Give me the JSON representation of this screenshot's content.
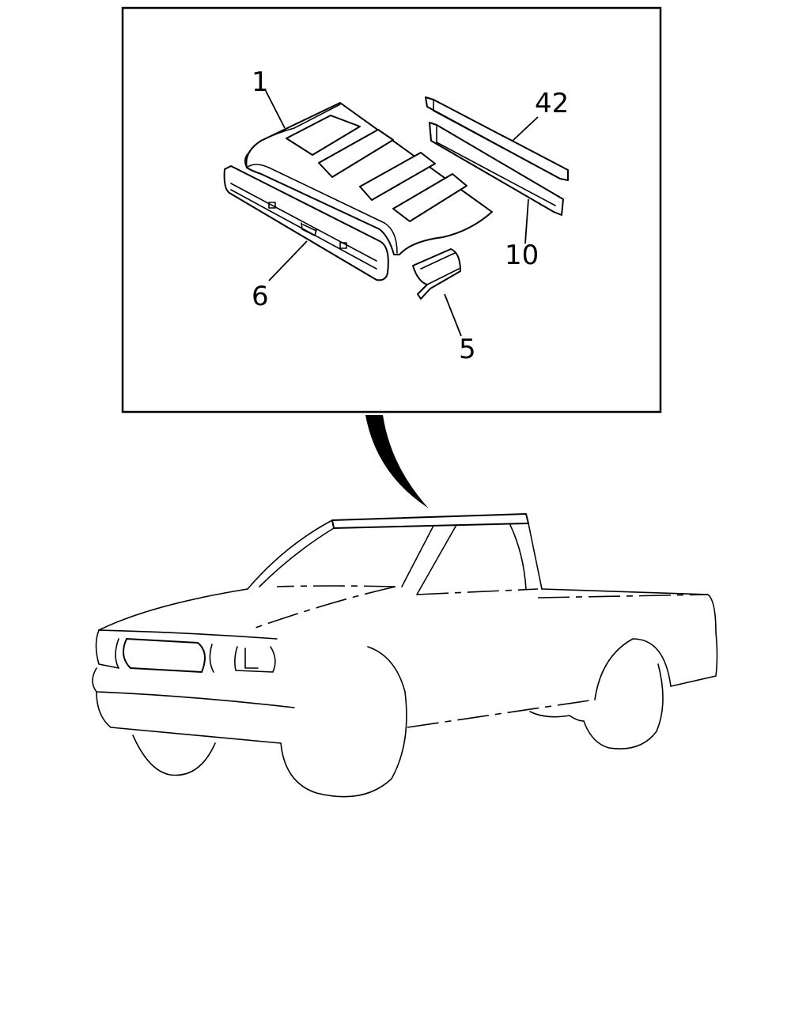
{
  "callouts": [
    {
      "id": "1",
      "label": "1"
    },
    {
      "id": "42",
      "label": "42"
    },
    {
      "id": "10",
      "label": "10"
    },
    {
      "id": "6",
      "label": "6"
    },
    {
      "id": "5",
      "label": "5"
    }
  ],
  "colors": {
    "line": "#000000",
    "background": "#ffffff"
  }
}
